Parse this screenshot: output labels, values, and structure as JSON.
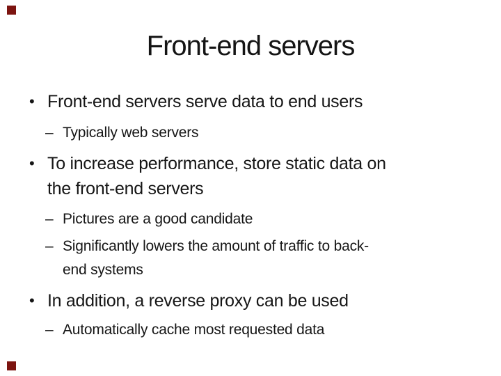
{
  "slide": {
    "title": "Front-end servers",
    "markers": {
      "level1": "•",
      "level2": "–"
    },
    "bullets": [
      {
        "level": 1,
        "lines": [
          "Front-end servers serve data to end users"
        ]
      },
      {
        "level": 2,
        "lines": [
          "Typically web servers"
        ]
      },
      {
        "level": 1,
        "lines": [
          "To increase performance, store static data on",
          "the front-end servers"
        ]
      },
      {
        "level": 2,
        "lines": [
          "Pictures are a good candidate"
        ]
      },
      {
        "level": 2,
        "lines": [
          "Significantly lowers the amount of traffic to back-",
          "end systems"
        ]
      },
      {
        "level": 1,
        "lines": [
          "In addition, a reverse proxy can be used"
        ]
      },
      {
        "level": 2,
        "lines": [
          "Automatically cache most requested data"
        ]
      }
    ],
    "colors": {
      "accent": "#7c1410",
      "text": "#141414",
      "background": "#ffffff"
    }
  }
}
